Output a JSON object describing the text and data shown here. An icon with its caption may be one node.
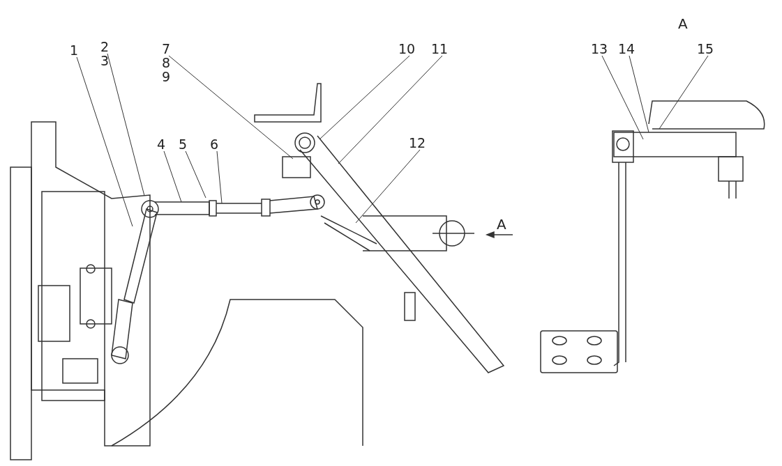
{
  "diagram": {
    "nodes": [
      {
        "text": [
          "1"
        ]
      },
      {
        "text": [
          "2",
          "3"
        ]
      },
      {
        "text": [
          "4"
        ]
      },
      {
        "text": [
          "5"
        ]
      },
      {
        "text": [
          "6"
        ]
      },
      {
        "text": [
          "7",
          "8",
          "9"
        ]
      },
      {
        "text": [
          "10"
        ]
      },
      {
        "text": [
          "11"
        ]
      },
      {
        "text": [
          "12"
        ]
      },
      {
        "text": [
          "13"
        ]
      },
      {
        "text": [
          "14"
        ]
      },
      {
        "text": [
          "15"
        ]
      }
    ],
    "edges": [
      {
        "from": 0,
        "to": null,
        "arrow": "none"
      },
      {
        "from": 1,
        "to": null,
        "arrow": "none"
      },
      {
        "from": 2,
        "to": null,
        "arrow": "none"
      },
      {
        "from": 3,
        "to": null,
        "arrow": "none"
      },
      {
        "from": 4,
        "to": null,
        "arrow": "none"
      },
      {
        "from": 5,
        "to": null,
        "arrow": "none"
      },
      {
        "from": 6,
        "to": null,
        "arrow": "none"
      },
      {
        "from": 7,
        "to": null,
        "arrow": "none"
      },
      {
        "from": 8,
        "to": null,
        "arrow": "none"
      },
      {
        "from": 9,
        "to": null,
        "arrow": "none"
      },
      {
        "from": 10,
        "to": null,
        "arrow": "none"
      },
      {
        "from": 11,
        "to": null,
        "arrow": "none"
      }
    ],
    "labels": [
      "A",
      "A"
    ]
  }
}
